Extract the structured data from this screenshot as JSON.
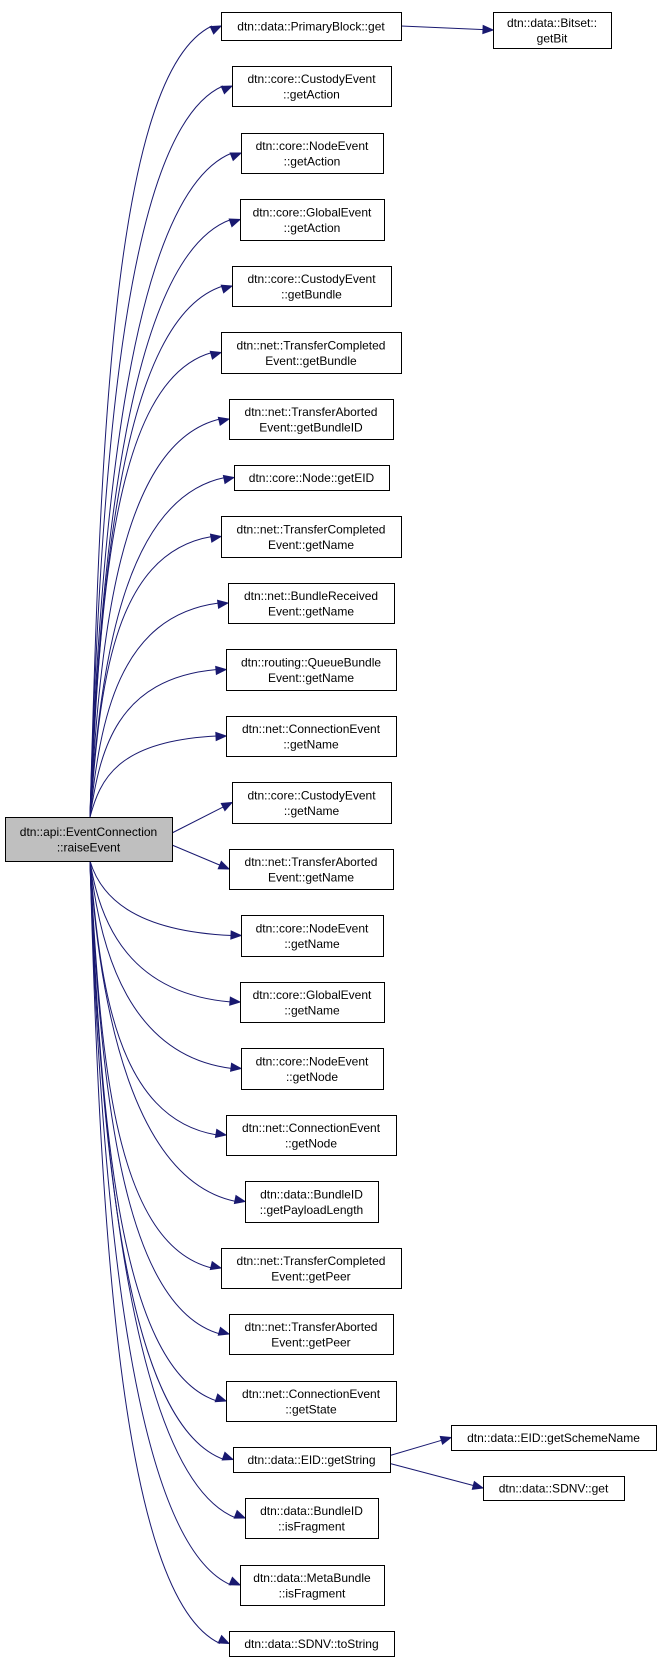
{
  "colors": {
    "edge": "#191970",
    "root_fill": "#bfbfbf",
    "node_fill": "#ffffff",
    "node_border": "#000000"
  },
  "root": {
    "lines": [
      "dtn::api::EventConnection",
      "::raiseEvent"
    ]
  },
  "callees": [
    {
      "lines": [
        "dtn::data::PrimaryBlock::get"
      ]
    },
    {
      "lines": [
        "dtn::core::CustodyEvent",
        "::getAction"
      ]
    },
    {
      "lines": [
        "dtn::core::NodeEvent",
        "::getAction"
      ]
    },
    {
      "lines": [
        "dtn::core::GlobalEvent",
        "::getAction"
      ]
    },
    {
      "lines": [
        "dtn::core::CustodyEvent",
        "::getBundle"
      ]
    },
    {
      "lines": [
        "dtn::net::TransferCompleted",
        "Event::getBundle"
      ]
    },
    {
      "lines": [
        "dtn::net::TransferAborted",
        "Event::getBundleID"
      ]
    },
    {
      "lines": [
        "dtn::core::Node::getEID"
      ]
    },
    {
      "lines": [
        "dtn::net::TransferCompleted",
        "Event::getName"
      ]
    },
    {
      "lines": [
        "dtn::net::BundleReceived",
        "Event::getName"
      ]
    },
    {
      "lines": [
        "dtn::routing::QueueBundle",
        "Event::getName"
      ]
    },
    {
      "lines": [
        "dtn::net::ConnectionEvent",
        "::getName"
      ]
    },
    {
      "lines": [
        "dtn::core::CustodyEvent",
        "::getName"
      ]
    },
    {
      "lines": [
        "dtn::net::TransferAborted",
        "Event::getName"
      ]
    },
    {
      "lines": [
        "dtn::core::NodeEvent",
        "::getName"
      ]
    },
    {
      "lines": [
        "dtn::core::GlobalEvent",
        "::getName"
      ]
    },
    {
      "lines": [
        "dtn::core::NodeEvent",
        "::getNode"
      ]
    },
    {
      "lines": [
        "dtn::net::ConnectionEvent",
        "::getNode"
      ]
    },
    {
      "lines": [
        "dtn::data::BundleID",
        "::getPayloadLength"
      ]
    },
    {
      "lines": [
        "dtn::net::TransferCompleted",
        "Event::getPeer"
      ]
    },
    {
      "lines": [
        "dtn::net::TransferAborted",
        "Event::getPeer"
      ]
    },
    {
      "lines": [
        "dtn::net::ConnectionEvent",
        "::getState"
      ]
    },
    {
      "lines": [
        "dtn::data::EID::getString"
      ]
    },
    {
      "lines": [
        "dtn::data::BundleID",
        "::isFragment"
      ]
    },
    {
      "lines": [
        "dtn::data::MetaBundle",
        "::isFragment"
      ]
    },
    {
      "lines": [
        "dtn::data::SDNV::toString"
      ]
    }
  ],
  "second_level": [
    {
      "lines": [
        "dtn::data::Bitset::",
        "getBit"
      ]
    },
    {
      "lines": [
        "dtn::data::EID::getSchemeName"
      ]
    },
    {
      "lines": [
        "dtn::data::SDNV::get"
      ]
    }
  ]
}
